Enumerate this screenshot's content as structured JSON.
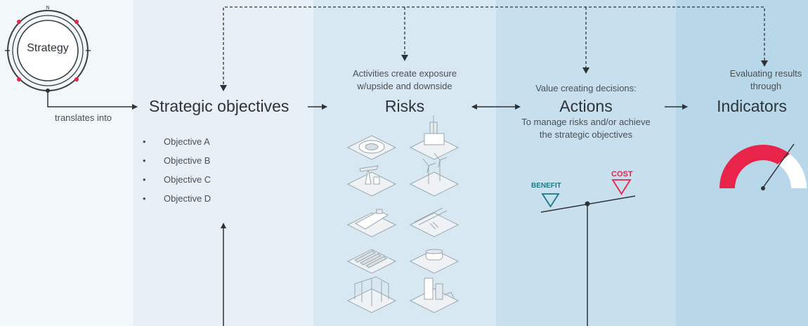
{
  "strategy": {
    "label": "Strategy",
    "north": "N"
  },
  "connector": {
    "translates": "translates into"
  },
  "objectives": {
    "title": "Strategic objectives",
    "items": [
      "Objective A",
      "Objective B",
      "Objective C",
      "Objective D"
    ]
  },
  "risks": {
    "line1": "Activities create exposure",
    "line2": "w/upside and downside",
    "title": "Risks",
    "icons": [
      "offshore-platform-top-icon",
      "oil-rig-icon",
      "pump-jack-icon",
      "wind-turbines-icon",
      "tanker-ship-icon",
      "pipeline-icon",
      "solar-field-icon",
      "storage-tank-icon",
      "refinery-structure-icon",
      "processing-plant-icon"
    ]
  },
  "actions": {
    "line1": "Value creating decisions:",
    "title": "Actions",
    "line2": "To manage risks and/or achieve",
    "line3": "the strategic objectives",
    "benefit": "BENEFIT",
    "cost": "COST"
  },
  "indicators": {
    "line1": "Evaluating results",
    "line2": "through",
    "title": "Indicators"
  },
  "colors": {
    "accent": "#e8244a",
    "teal": "#187a84",
    "dark": "#2e3338"
  }
}
